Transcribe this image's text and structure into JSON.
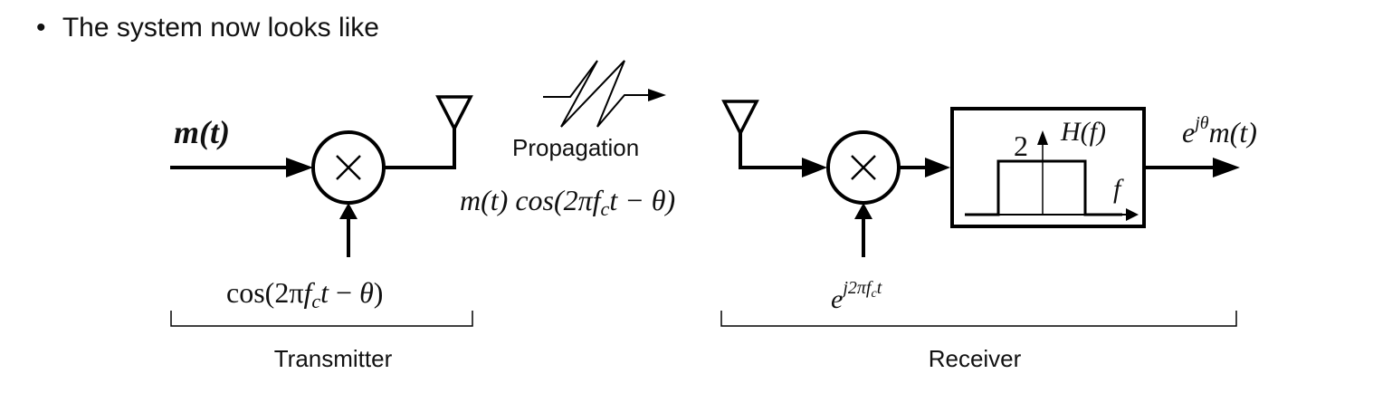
{
  "bullet": {
    "symbol": "•",
    "text": "The system now looks like"
  },
  "diagram": {
    "input_label": "m(t)",
    "tx_oscillator_label": "cos(2πf_c t − θ)",
    "propagation_label": "Propagation",
    "channel_signal_label": "m(t) cos(2πf_c t − θ)",
    "rx_oscillator_label": "e^{j2πf_c t}",
    "filter_label": "H(f)",
    "filter_gain": "2",
    "filter_freq_axis": "f",
    "output_label": "e^{jθ} m(t)",
    "transmitter_label": "Transmitter",
    "receiver_label": "Receiver"
  }
}
